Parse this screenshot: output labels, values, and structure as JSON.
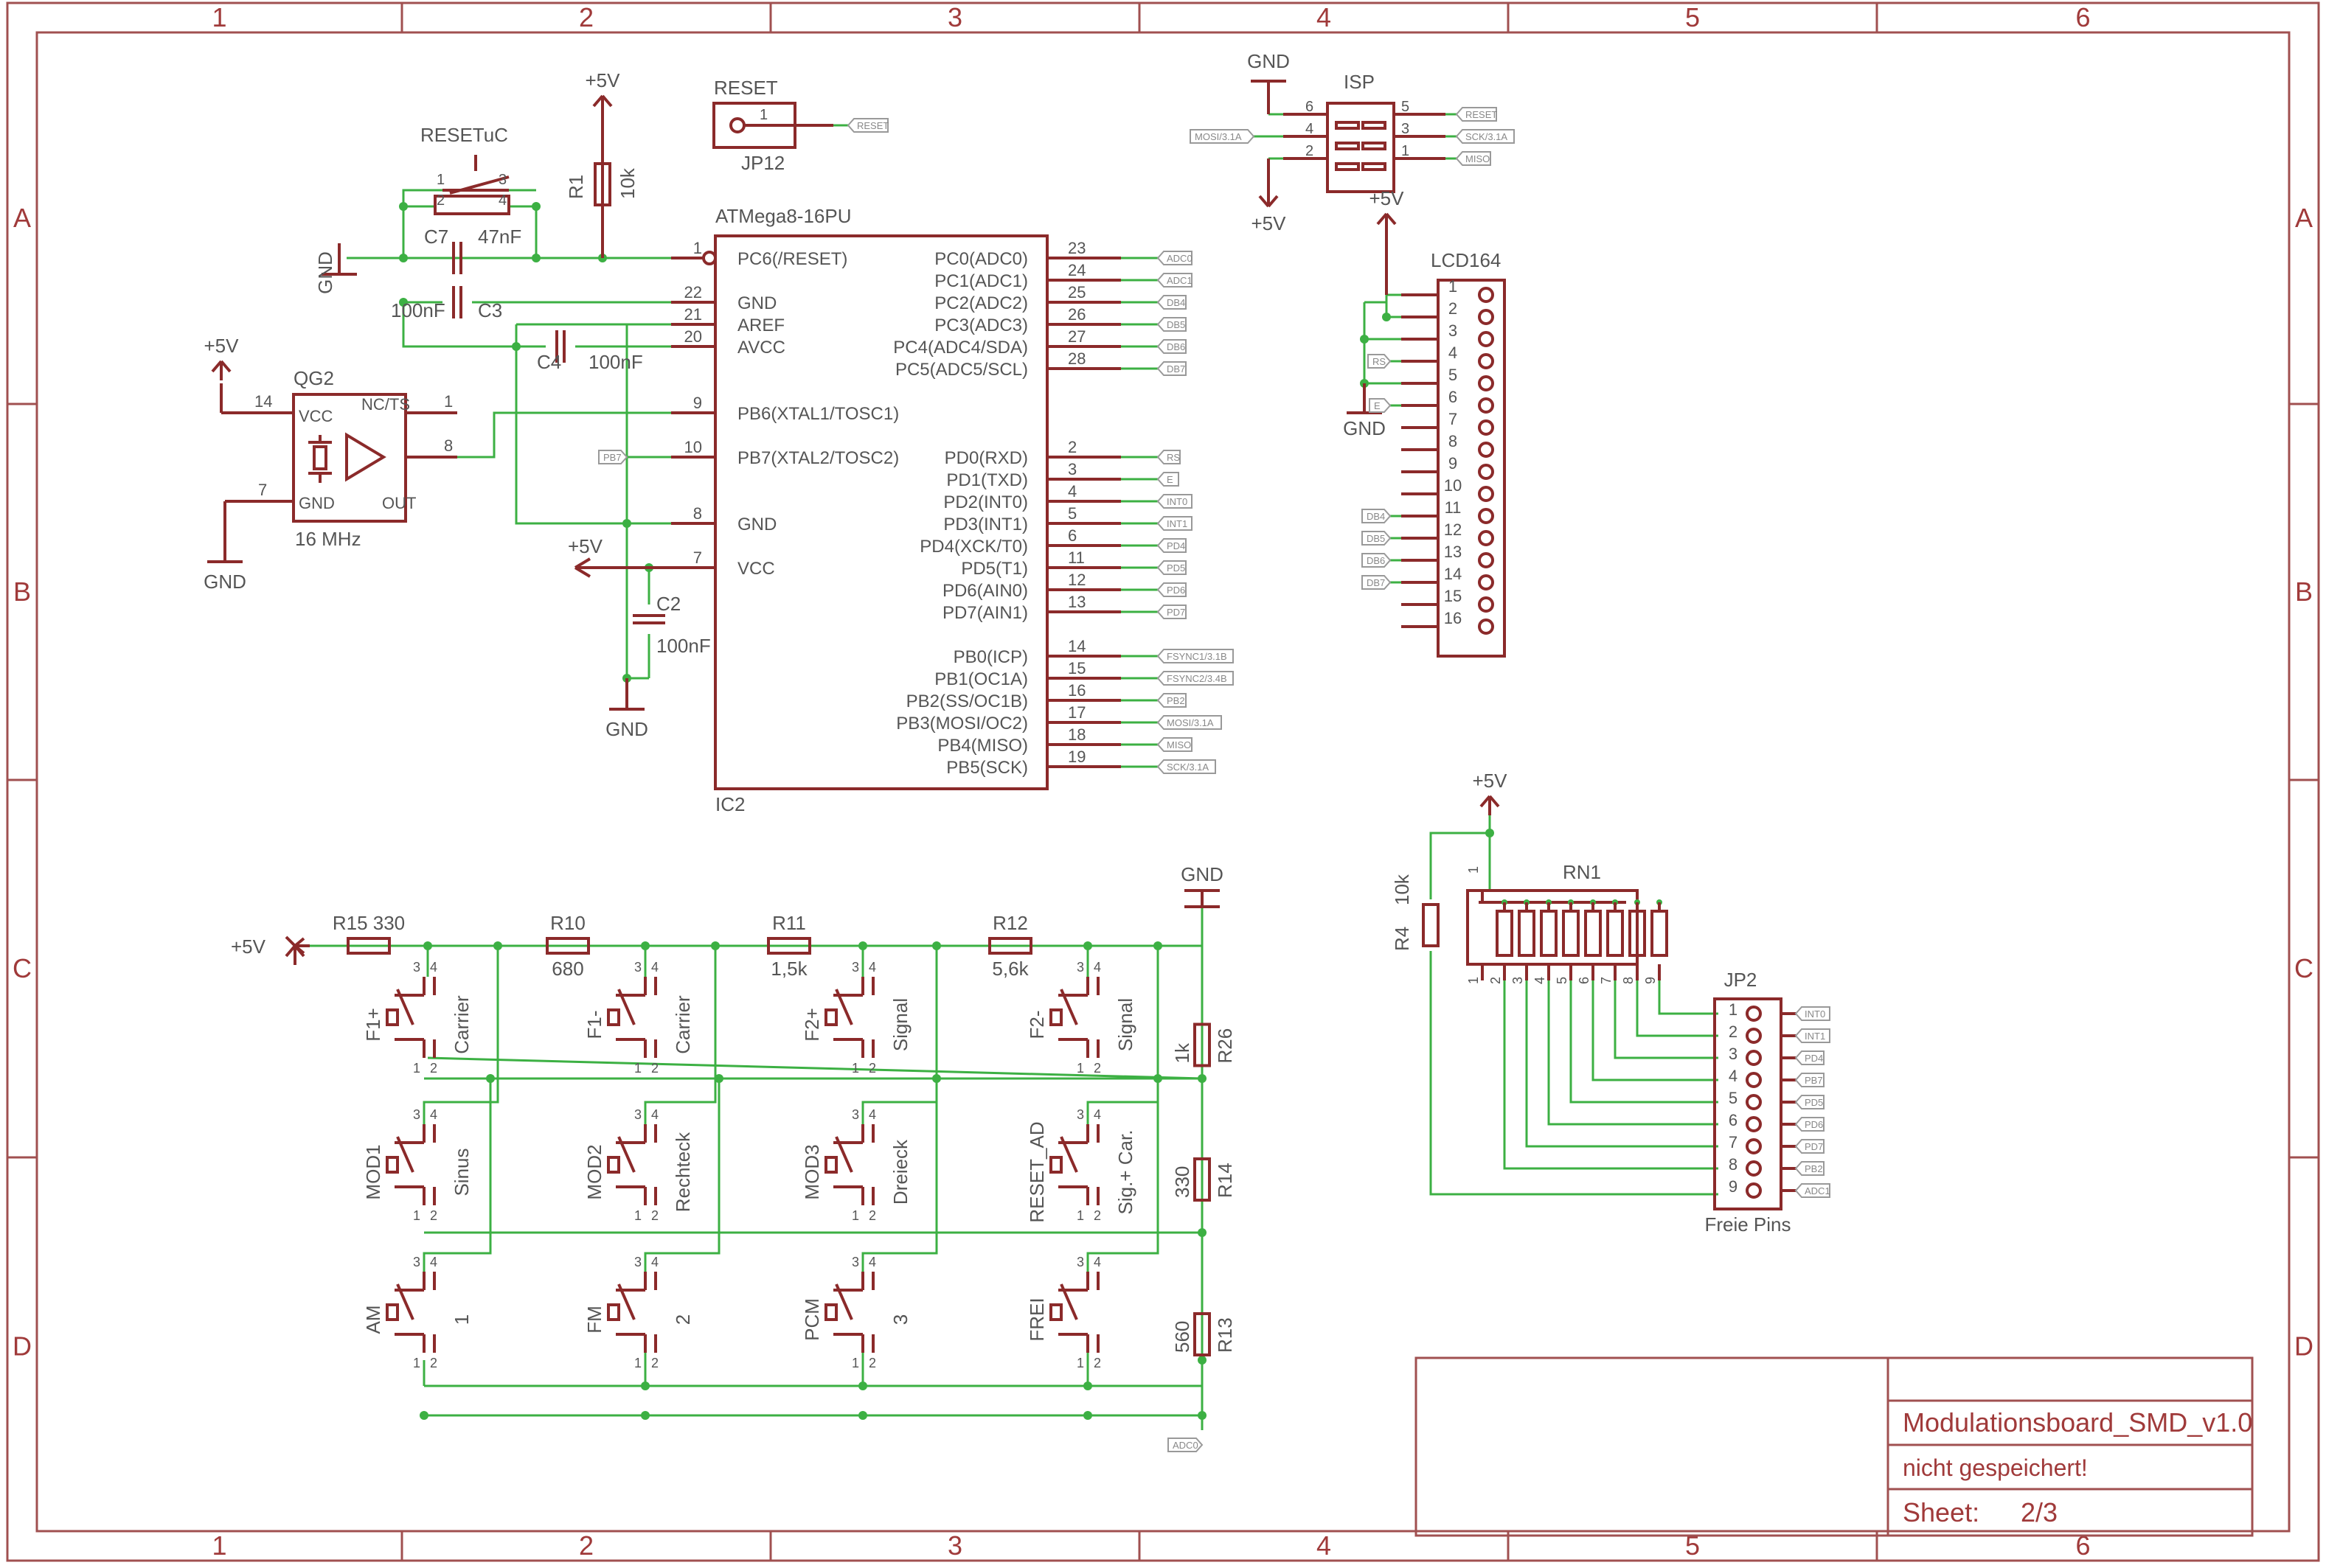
{
  "frame": {
    "columns": [
      "1",
      "2",
      "3",
      "4",
      "5",
      "6"
    ],
    "rows": [
      "A",
      "B",
      "C",
      "D"
    ]
  },
  "title_block": {
    "title": "Modulationsboard_SMD_v1.0",
    "status": "nicht gespeichert!",
    "sheet_label": "Sheet:",
    "sheet_value": "2/3"
  },
  "mcu": {
    "name": "ATMega8-16PU",
    "ref": "IC2",
    "left_pins": [
      {
        "num": "1",
        "name": "PC6(/RESET)"
      },
      {
        "num": "22",
        "name": "GND"
      },
      {
        "num": "21",
        "name": "AREF"
      },
      {
        "num": "20",
        "name": "AVCC"
      },
      {
        "num": "9",
        "name": "PB6(XTAL1/TOSC1)"
      },
      {
        "num": "10",
        "name": "PB7(XTAL2/TOSC2)"
      },
      {
        "num": "8",
        "name": "GND"
      },
      {
        "num": "7",
        "name": "VCC"
      }
    ],
    "right_pins": [
      {
        "num": "23",
        "name": "PC0(ADC0)",
        "tag": "ADC0"
      },
      {
        "num": "24",
        "name": "PC1(ADC1)",
        "tag": "ADC1"
      },
      {
        "num": "25",
        "name": "PC2(ADC2)",
        "tag": "DB4"
      },
      {
        "num": "26",
        "name": "PC3(ADC3)",
        "tag": "DB5"
      },
      {
        "num": "27",
        "name": "PC4(ADC4/SDA)",
        "tag": "DB6"
      },
      {
        "num": "28",
        "name": "PC5(ADC5/SCL)",
        "tag": "DB7"
      },
      {
        "num": "2",
        "name": "PD0(RXD)",
        "tag": "RS"
      },
      {
        "num": "3",
        "name": "PD1(TXD)",
        "tag": "E"
      },
      {
        "num": "4",
        "name": "PD2(INT0)",
        "tag": "INT0"
      },
      {
        "num": "5",
        "name": "PD3(INT1)",
        "tag": "INT1"
      },
      {
        "num": "6",
        "name": "PD4(XCK/T0)",
        "tag": "PD4"
      },
      {
        "num": "11",
        "name": "PD5(T1)",
        "tag": "PD5"
      },
      {
        "num": "12",
        "name": "PD6(AIN0)",
        "tag": "PD6"
      },
      {
        "num": "13",
        "name": "PD7(AIN1)",
        "tag": "PD7"
      },
      {
        "num": "14",
        "name": "PB0(ICP)",
        "tag": "FSYNC1/3.1B"
      },
      {
        "num": "15",
        "name": "PB1(OC1A)",
        "tag": "FSYNC2/3.4B"
      },
      {
        "num": "16",
        "name": "PB2(SS/OC1B)",
        "tag": "PB2"
      },
      {
        "num": "17",
        "name": "PB3(MOSI/OC2)",
        "tag": "MOSI/3.1A"
      },
      {
        "num": "18",
        "name": "PB4(MISO)",
        "tag": "MISO"
      },
      {
        "num": "19",
        "name": "PB5(SCK)",
        "tag": "SCK/3.1A"
      }
    ],
    "pb7_tag": "PB7"
  },
  "reset_switch": {
    "name": "RESETuC",
    "pins": [
      "1",
      "2",
      "3",
      "4"
    ]
  },
  "r1": {
    "name": "R1",
    "value": "10k"
  },
  "c7": {
    "name": "C7",
    "value": "47nF"
  },
  "c3": {
    "name": "C3",
    "value": "100nF"
  },
  "c4": {
    "name": "C4",
    "value": "100nF"
  },
  "c2": {
    "name": "C2",
    "value": "100nF"
  },
  "qg2": {
    "name": "QG2",
    "freq": "16 MHz",
    "vcc": "VCC",
    "ncts": "NC/TS",
    "gnd": "GND",
    "out": "OUT",
    "p14": "14",
    "p7": "7",
    "p1": "1",
    "p8": "8"
  },
  "jp12": {
    "title": "RESET",
    "name": "JP12",
    "pin": "1",
    "tag": "RESET"
  },
  "isp": {
    "name": "ISP",
    "gnd": "GND",
    "vcc": "+5V",
    "pins_left": [
      "6",
      "4",
      "2"
    ],
    "pins_right": [
      "5",
      "3",
      "1"
    ],
    "tag_left": "MOSI/3.1A",
    "tags_right": [
      "RESET",
      "SCK/3.1A",
      "MISO"
    ]
  },
  "lcd": {
    "name": "LCD164",
    "vcc": "+5V",
    "gnd": "GND",
    "pins": [
      "1",
      "2",
      "3",
      "4",
      "5",
      "6",
      "7",
      "8",
      "9",
      "10",
      "11",
      "12",
      "13",
      "14",
      "15",
      "16"
    ],
    "tags": [
      {
        "pin": "4",
        "tag": "RS"
      },
      {
        "pin": "6",
        "tag": "E"
      },
      {
        "pin": "11",
        "tag": "DB4"
      },
      {
        "pin": "12",
        "tag": "DB5"
      },
      {
        "pin": "13",
        "tag": "DB6"
      },
      {
        "pin": "14",
        "tag": "DB7"
      }
    ]
  },
  "rn1": {
    "name": "RN1",
    "vcc": "+5V",
    "pins": [
      "1",
      "2",
      "3",
      "4",
      "5",
      "6",
      "7",
      "8",
      "9"
    ]
  },
  "r4": {
    "name": "R4",
    "value": "10k"
  },
  "jp2": {
    "name": "JP2",
    "footer": "Freie Pins",
    "pins": [
      "1",
      "2",
      "3",
      "4",
      "5",
      "6",
      "7",
      "8",
      "9"
    ],
    "tags": [
      "INT0",
      "INT1",
      "PD4",
      "PB7",
      "PD5",
      "PD6",
      "PD7",
      "PB2",
      "ADC1"
    ]
  },
  "ladder": {
    "vcc": "+5V",
    "gnd": "GND",
    "resistors": [
      {
        "name": "R15",
        "value": "330"
      },
      {
        "name": "R10",
        "value": "680"
      },
      {
        "name": "R11",
        "value": "1,5k"
      },
      {
        "name": "R12",
        "value": "5,6k"
      }
    ],
    "vertical": [
      {
        "name": "R26",
        "value": "1k"
      },
      {
        "name": "R14",
        "value": "330"
      },
      {
        "name": "R13",
        "value": "560"
      }
    ],
    "adc_tag": "ADC0",
    "switches": [
      {
        "name": "F1+",
        "label": "Carrier"
      },
      {
        "name": "F1-",
        "label": "Carrier"
      },
      {
        "name": "F2+",
        "label": "Signal"
      },
      {
        "name": "F2-",
        "label": "Signal"
      },
      {
        "name": "MOD1",
        "label": "Sinus"
      },
      {
        "name": "MOD2",
        "label": "Rechteck"
      },
      {
        "name": "MOD3",
        "label": "Dreieck"
      },
      {
        "name": "RESET_AD",
        "label": "Sig.+ Car."
      },
      {
        "name": "AM",
        "label": "1"
      },
      {
        "name": "FM",
        "label": "2"
      },
      {
        "name": "PCM",
        "label": "3"
      },
      {
        "name": "FREI",
        "label": ""
      }
    ],
    "sw_pins": [
      "1",
      "2",
      "3",
      "4"
    ]
  },
  "power": {
    "vcc": "+5V",
    "gnd": "GND"
  }
}
